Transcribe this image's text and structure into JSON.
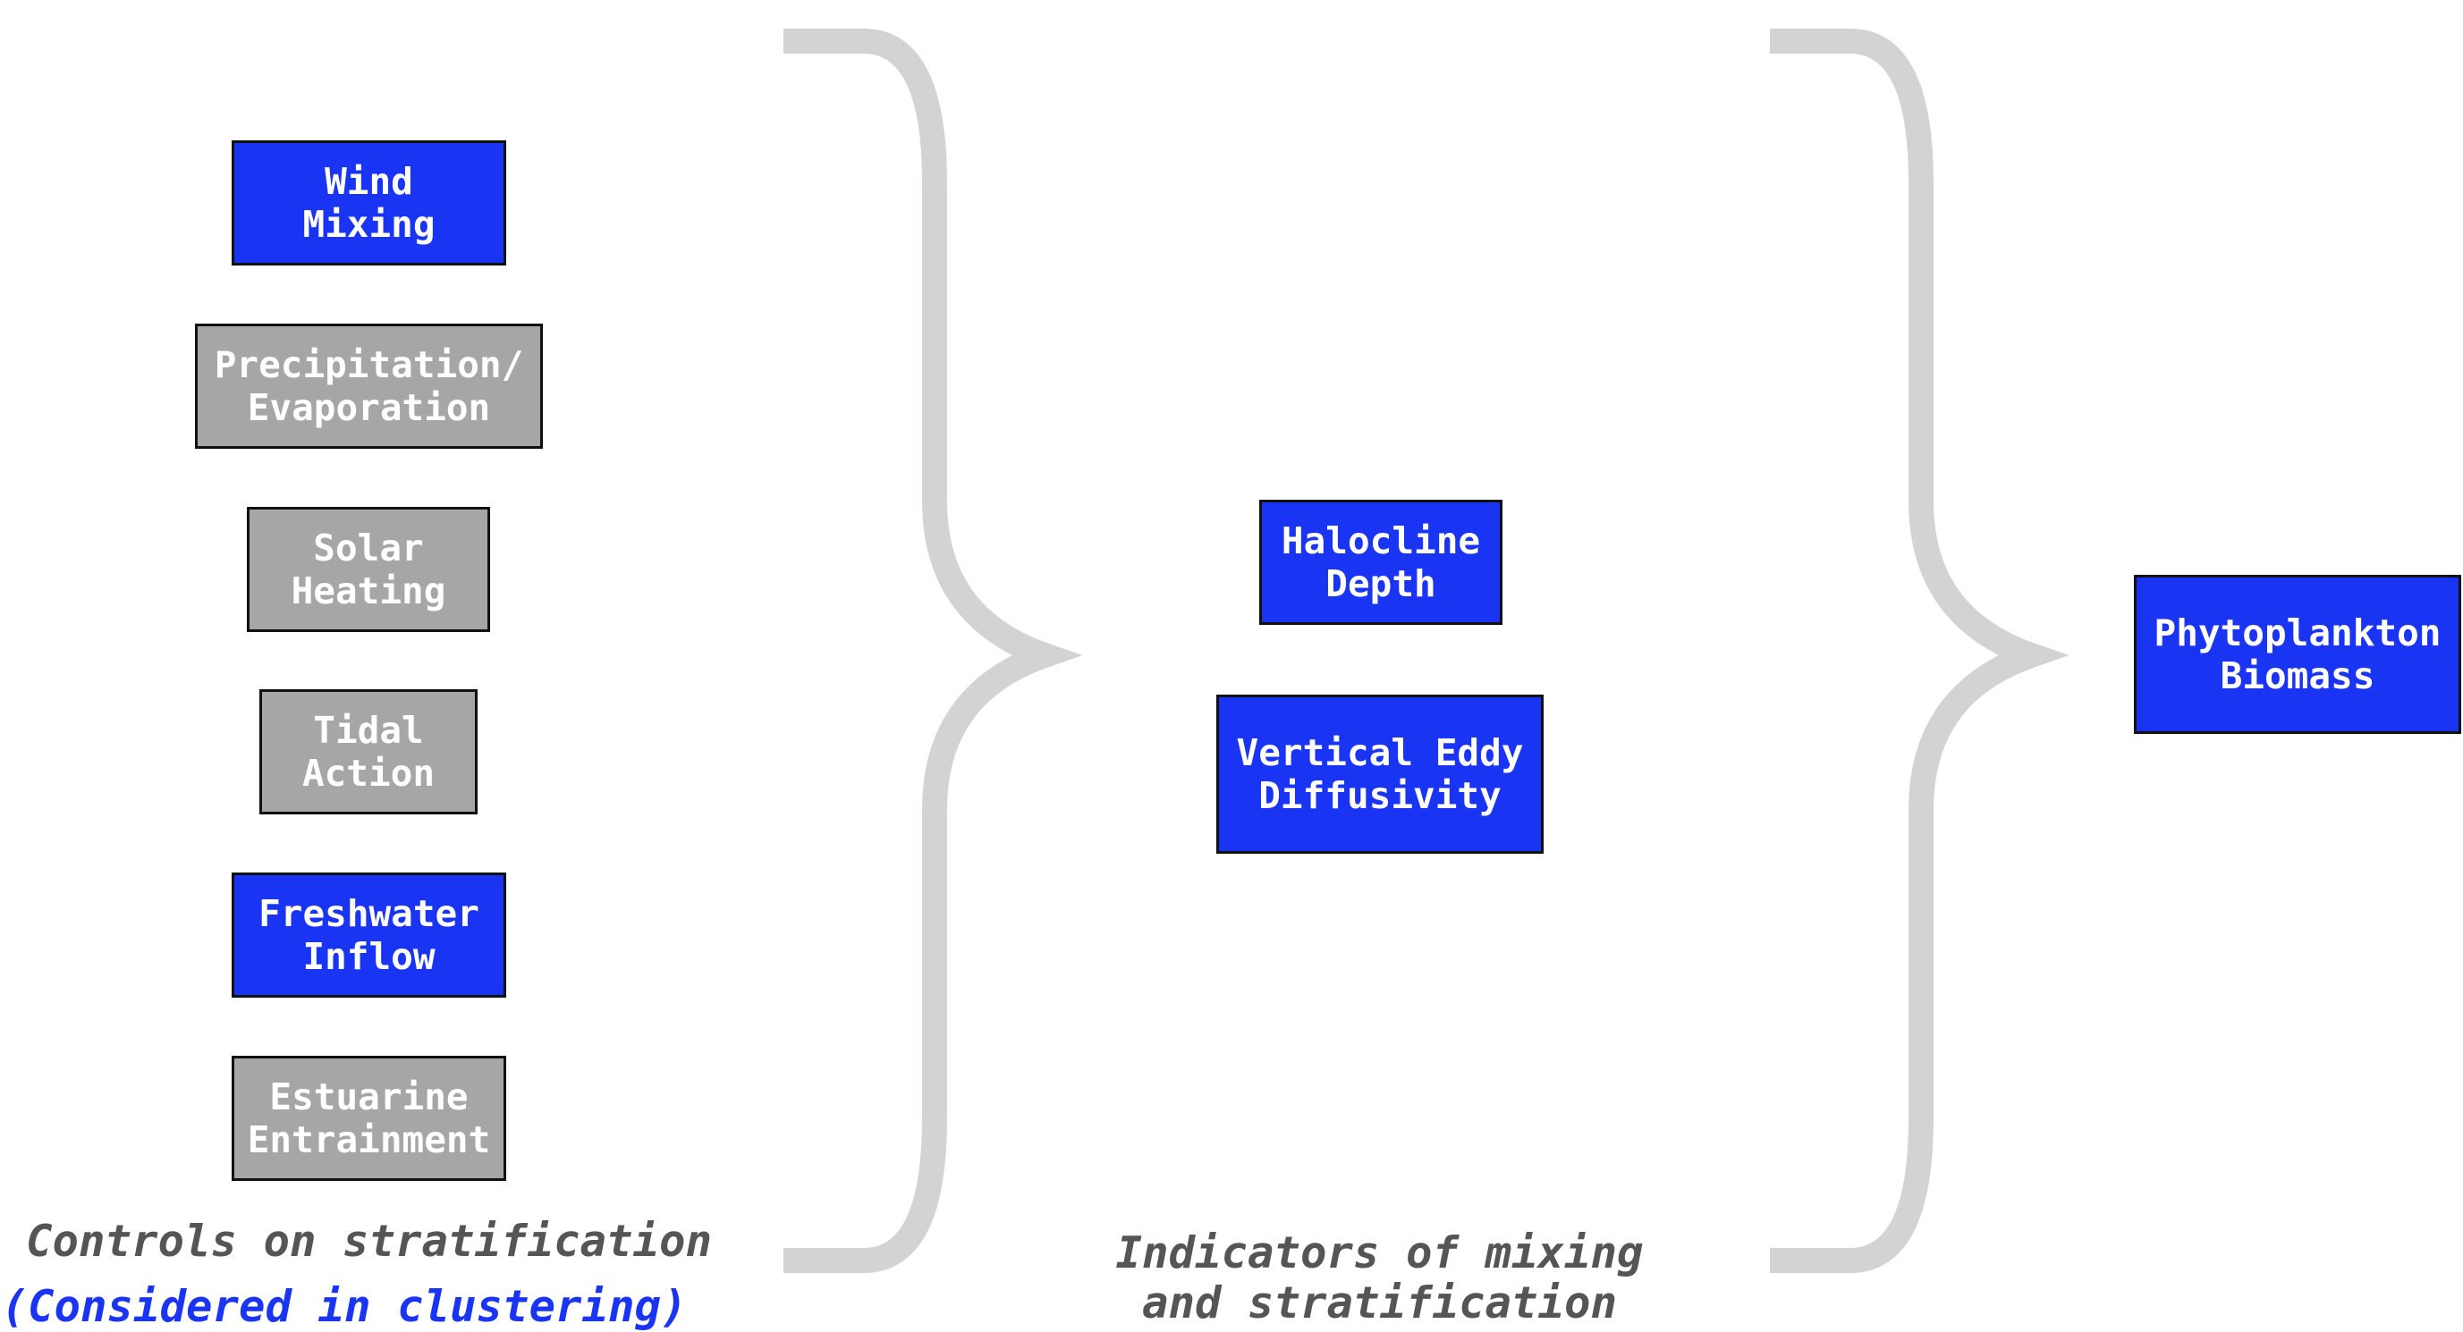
{
  "colors": {
    "selected_fill": "#1a34f4",
    "unselected_fill": "#a6a6a6",
    "brace": "#d3d3d3",
    "caption_gray": "#555555",
    "caption_blue": "#1a34f4"
  },
  "controls": {
    "caption": "Controls on stratification",
    "note": "(Considered in clustering)",
    "items": [
      {
        "label": "Wind\nMixing",
        "selected": true
      },
      {
        "label": "Precipitation/\nEvaporation",
        "selected": false
      },
      {
        "label": "Solar\nHeating",
        "selected": false
      },
      {
        "label": "Tidal\nAction",
        "selected": false
      },
      {
        "label": "Freshwater\nInflow",
        "selected": true
      },
      {
        "label": "Estuarine\nEntrainment",
        "selected": false
      }
    ]
  },
  "indicators": {
    "caption": "Indicators of mixing\nand stratification",
    "items": [
      {
        "label": "Halocline\nDepth",
        "selected": true
      },
      {
        "label": "Vertical Eddy\nDiffusivity",
        "selected": true
      }
    ]
  },
  "outcome": {
    "items": [
      {
        "label": "Phytoplankton\nBiomass",
        "selected": true
      }
    ]
  }
}
